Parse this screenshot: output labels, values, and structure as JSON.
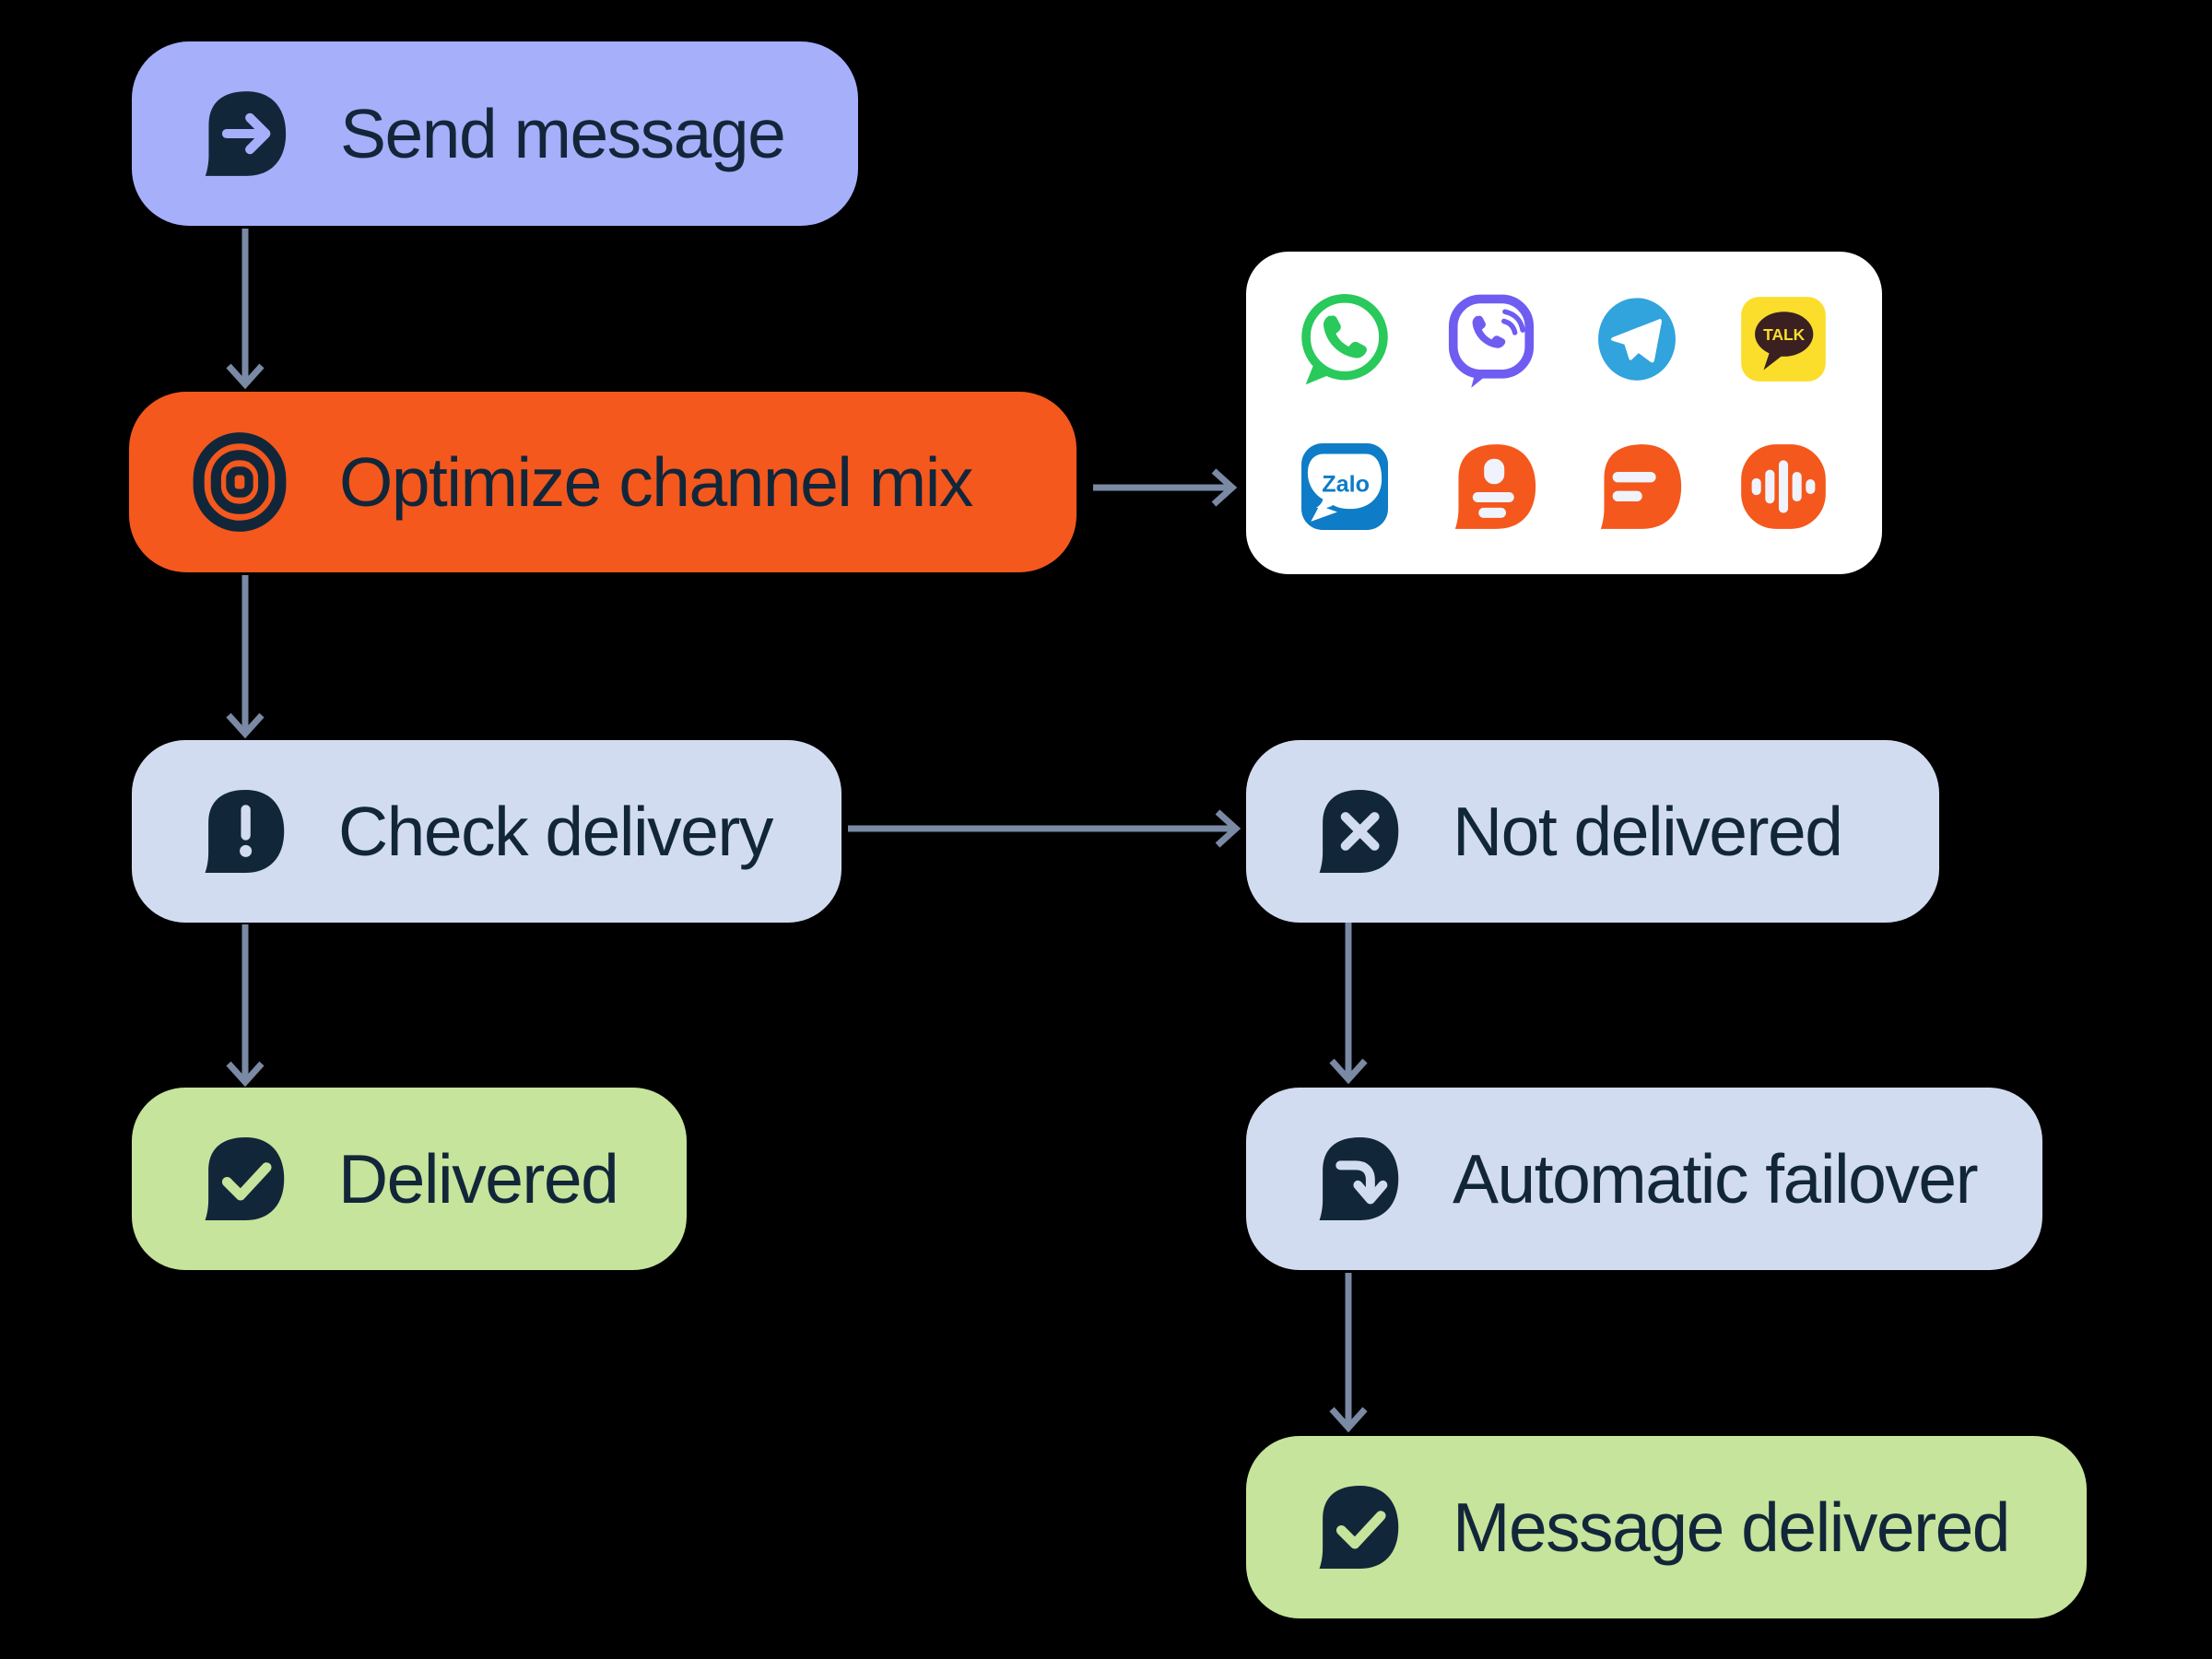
{
  "nodes": {
    "send_message": {
      "label": "Send message",
      "color": "#A6AFFA",
      "icon": "send-arrow-bubble"
    },
    "optimize_channel_mix": {
      "label": "Optimize channel mix",
      "color": "#F4581D",
      "icon": "concentric-target"
    },
    "check_delivery": {
      "label": "Check delivery",
      "color": "#D2DCF0",
      "icon": "exclamation-bubble"
    },
    "not_delivered": {
      "label": "Not delivered",
      "color": "#D2DCF0",
      "icon": "x-bubble"
    },
    "delivered": {
      "label": "Delivered",
      "color": "#C6E49B",
      "icon": "check-bubble"
    },
    "automatic_failover": {
      "label": "Automatic failover",
      "color": "#D2DCF0",
      "icon": "failover-arrow-bubble"
    },
    "message_delivered": {
      "label": "Message delivered",
      "color": "#C6E49B",
      "icon": "check-bubble"
    }
  },
  "channel_card": {
    "channels": [
      "WhatsApp",
      "Viber",
      "Telegram",
      "KakaoTalk",
      "Zalo",
      "Messages",
      "Chat",
      "Voice"
    ],
    "kakao_text": "TALK",
    "zalo_text": "Zalo"
  },
  "connections": [
    {
      "from": "send_message",
      "to": "optimize_channel_mix"
    },
    {
      "from": "optimize_channel_mix",
      "to": "channel_card"
    },
    {
      "from": "optimize_channel_mix",
      "to": "check_delivery"
    },
    {
      "from": "check_delivery",
      "to": "not_delivered"
    },
    {
      "from": "check_delivery",
      "to": "delivered"
    },
    {
      "from": "not_delivered",
      "to": "automatic_failover"
    },
    {
      "from": "automatic_failover",
      "to": "message_delivered"
    }
  ],
  "colors": {
    "background": "#000000",
    "navy_ink": "#12263A",
    "arrow_slate": "#7A89A4",
    "periwinkle": "#A6AFFA",
    "orange": "#F4581D",
    "light_blue": "#D2DCF0",
    "green": "#C6E49B",
    "card_white": "#FFFFFF",
    "whatsapp_green": "#29C95B",
    "viber_purple": "#6F5CF1",
    "telegram_blue": "#31A3DD",
    "kakao_yellow": "#FBDE2C",
    "kakao_brown": "#3A2020",
    "zalo_blue": "#0E7CC6",
    "glyph_offwhite": "#F0F3FB"
  }
}
